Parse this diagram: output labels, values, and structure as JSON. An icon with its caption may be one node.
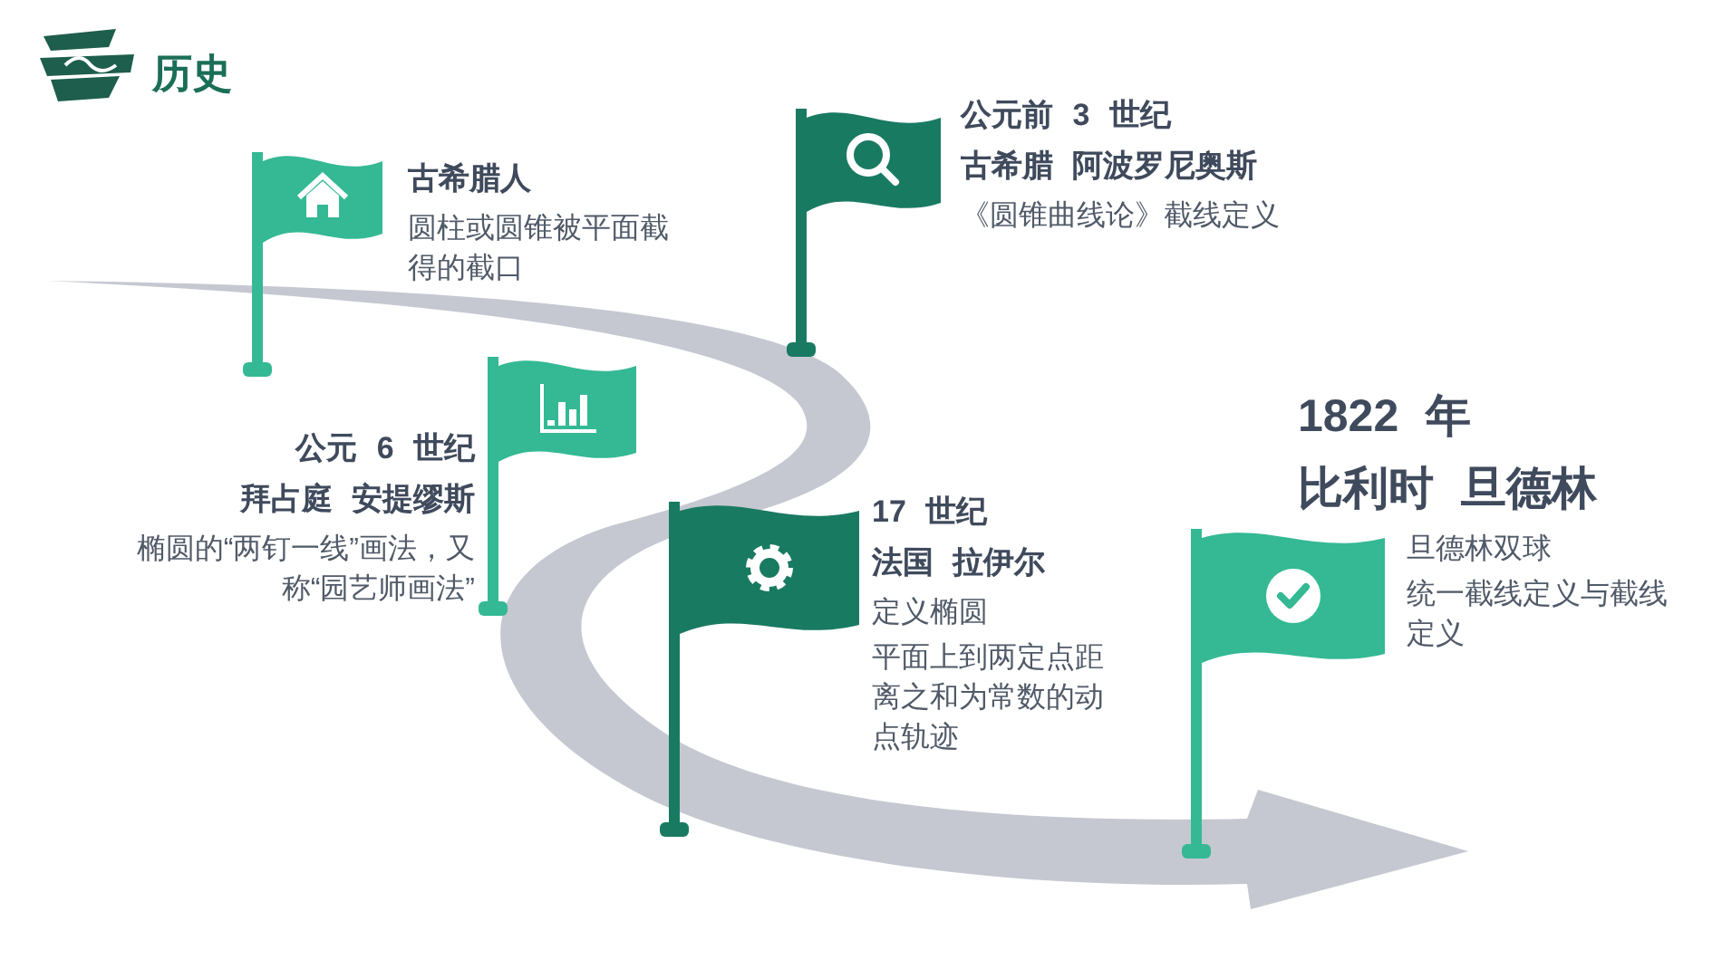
{
  "diagram": {
    "title": "历史",
    "nodes": [
      {
        "text": [
          "古希腊人",
          "圆柱或圆锥被平面截得的截口"
        ]
      },
      {
        "text": [
          "公元前 3 世纪",
          "古希腊 阿波罗尼奥斯",
          "《圆锥曲线论》截线定义"
        ]
      },
      {
        "text": [
          "公元 6 世纪",
          "拜占庭 安提缪斯",
          "椭圆的“两钉一线”画法，又称“园艺师画法”"
        ]
      },
      {
        "text": [
          "17 世纪",
          "法国 拉伊尔",
          "定义椭圆",
          "平面上到两定点距离之和为常数的动点轨迹"
        ]
      },
      {
        "text": [
          "1822 年",
          "比利时 旦德林",
          "旦德林双球",
          "统一截线定义与截线定义"
        ]
      }
    ]
  }
}
